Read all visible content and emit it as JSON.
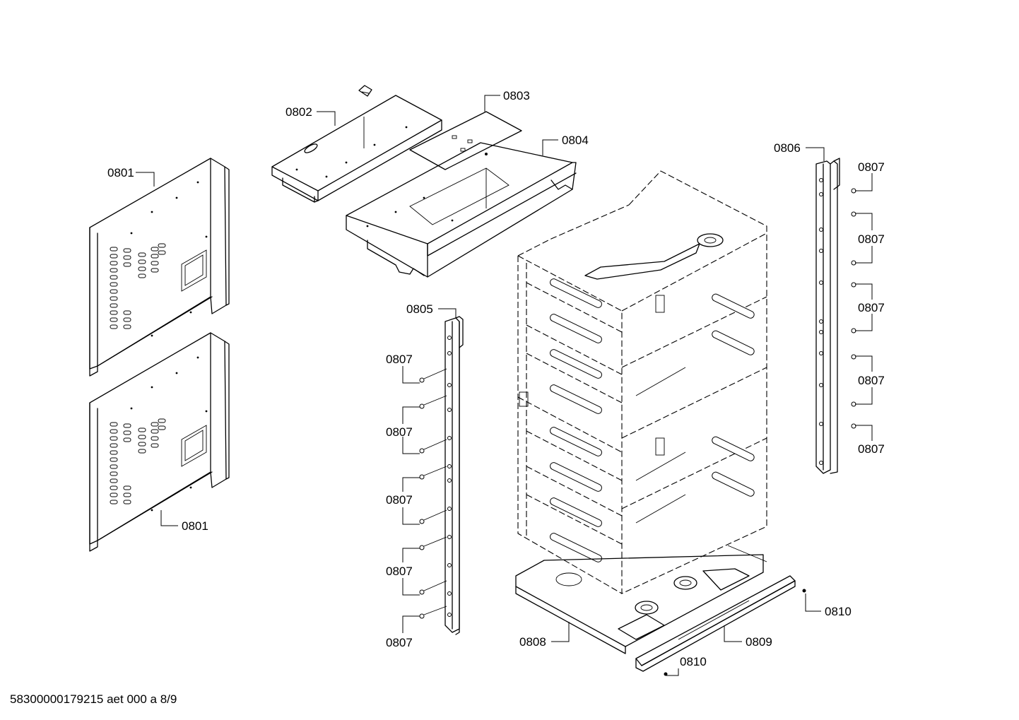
{
  "diagram": {
    "callouts": {
      "c0801a": "0801",
      "c0801b": "0801",
      "c0802": "0802",
      "c0803": "0803",
      "c0804": "0804",
      "c0805": "0805",
      "c0806": "0806",
      "c0807l1": "0807",
      "c0807l2": "0807",
      "c0807l3": "0807",
      "c0807l4": "0807",
      "c0807l5": "0807",
      "c0807r1": "0807",
      "c0807r2": "0807",
      "c0807r3": "0807",
      "c0807r4": "0807",
      "c0807r5": "0807",
      "c0808": "0808",
      "c0809": "0809",
      "c0810a": "0810",
      "c0810b": "0810"
    }
  },
  "footer": {
    "doc_code": "58300000179215 aet 000 a 8/9"
  }
}
